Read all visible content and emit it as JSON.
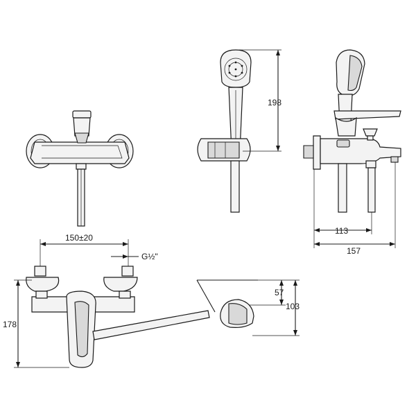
{
  "dimensions": {
    "hand_shower_length": "198",
    "outlet_to_pipe": "113",
    "total_projection": "157",
    "centre_distance": "150±20",
    "thread": "G½\"",
    "overall_height": "178",
    "holder_offset": "57",
    "holder_height": "103"
  },
  "colors": {
    "line": "#1a1a1a",
    "fill": "#f3f3f3",
    "shade": "#d9d9d9"
  }
}
